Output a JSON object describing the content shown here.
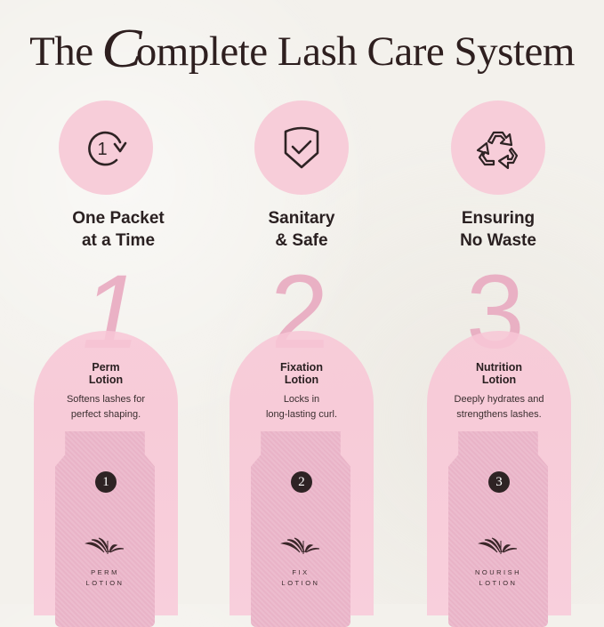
{
  "title": {
    "prefix": "The",
    "fancy_letter": "C",
    "rest": "omplete Lash Care System"
  },
  "features": [
    {
      "icon": "one-cycle-icon",
      "icon_text": "1",
      "label_line1": "One Packet",
      "label_line2": "at a Time"
    },
    {
      "icon": "shield-check-icon",
      "label_line1": "Sanitary",
      "label_line2": "& Safe"
    },
    {
      "icon": "recycle-icon",
      "label_line1": "Ensuring",
      "label_line2": "No Waste"
    }
  ],
  "steps": [
    {
      "number": "1",
      "name_line1": "Perm",
      "name_line2": "Lotion",
      "desc_line1": "Softens lashes for",
      "desc_line2": "perfect shaping.",
      "sachet_number": "1",
      "sachet_line1": "PERM",
      "sachet_line2": "LOTION"
    },
    {
      "number": "2",
      "name_line1": "Fixation",
      "name_line2": "Lotion",
      "desc_line1": "Locks in",
      "desc_line2": "long-lasting curl.",
      "sachet_number": "2",
      "sachet_line1": "FIX",
      "sachet_line2": "LOTION"
    },
    {
      "number": "3",
      "name_line1": "Nutrition",
      "name_line2": "Lotion",
      "desc_line1": "Deeply hydrates and",
      "desc_line2": "strengthens lashes.",
      "sachet_number": "3",
      "sachet_line1": "NOURISH",
      "sachet_line2": "LOTION"
    }
  ],
  "colors": {
    "background": "#f3f1ec",
    "pink_circle": "#f7cdd9",
    "arch": "#f8cfdc",
    "sachet": "#e9b3c7",
    "big_number": "#e8a6be",
    "text_dark": "#2a2021"
  }
}
